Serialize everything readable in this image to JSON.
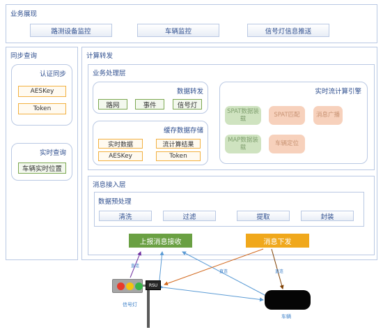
{
  "business_display": {
    "title": "业务展现",
    "items": [
      "路测设备监控",
      "车辆监控",
      "信号灯信息推送"
    ]
  },
  "sync_query": {
    "title": "同步查询",
    "auth": {
      "title": "认证同步",
      "items": [
        "AESKey",
        "Token"
      ]
    },
    "realtime": {
      "title": "实时查询",
      "item": "车辆实时位置"
    }
  },
  "compute_forward": {
    "title": "计算转发",
    "business_layer": {
      "title": "业务处理层",
      "data_forward": {
        "title": "数据转发",
        "items": [
          "路网",
          "事件",
          "信号灯"
        ]
      },
      "cache": {
        "title": "缓存数据存储",
        "items": [
          "实时数据",
          "流计算结果",
          "AESKey",
          "Token"
        ]
      },
      "engine": {
        "title": "实时流计算引擎",
        "items": [
          "SPAT数据装载",
          "SPAT匹配",
          "消息广播",
          "MAP数据装载",
          "车辆定位"
        ]
      }
    },
    "message_layer": {
      "title": "消息接入层",
      "preprocess": {
        "title": "数据预处理",
        "items": [
          "清洗",
          "过滤",
          "提取",
          "封装"
        ]
      },
      "report_button": "上报消息接收",
      "send_button": "消息下发"
    }
  },
  "field": {
    "rsu_label": "RSU",
    "signal_label": "信号灯",
    "vehicle_label": "车辆",
    "link_label": "直连"
  },
  "colors": {
    "border": "#b9c8e3",
    "title": "#2f4f8f",
    "report_green": "#6aa043",
    "send_orange": "#f0a81c",
    "arrow_blue": "#5b9bd5",
    "arrow_orange": "#d2691e",
    "arrow_purple": "#7030a0"
  }
}
